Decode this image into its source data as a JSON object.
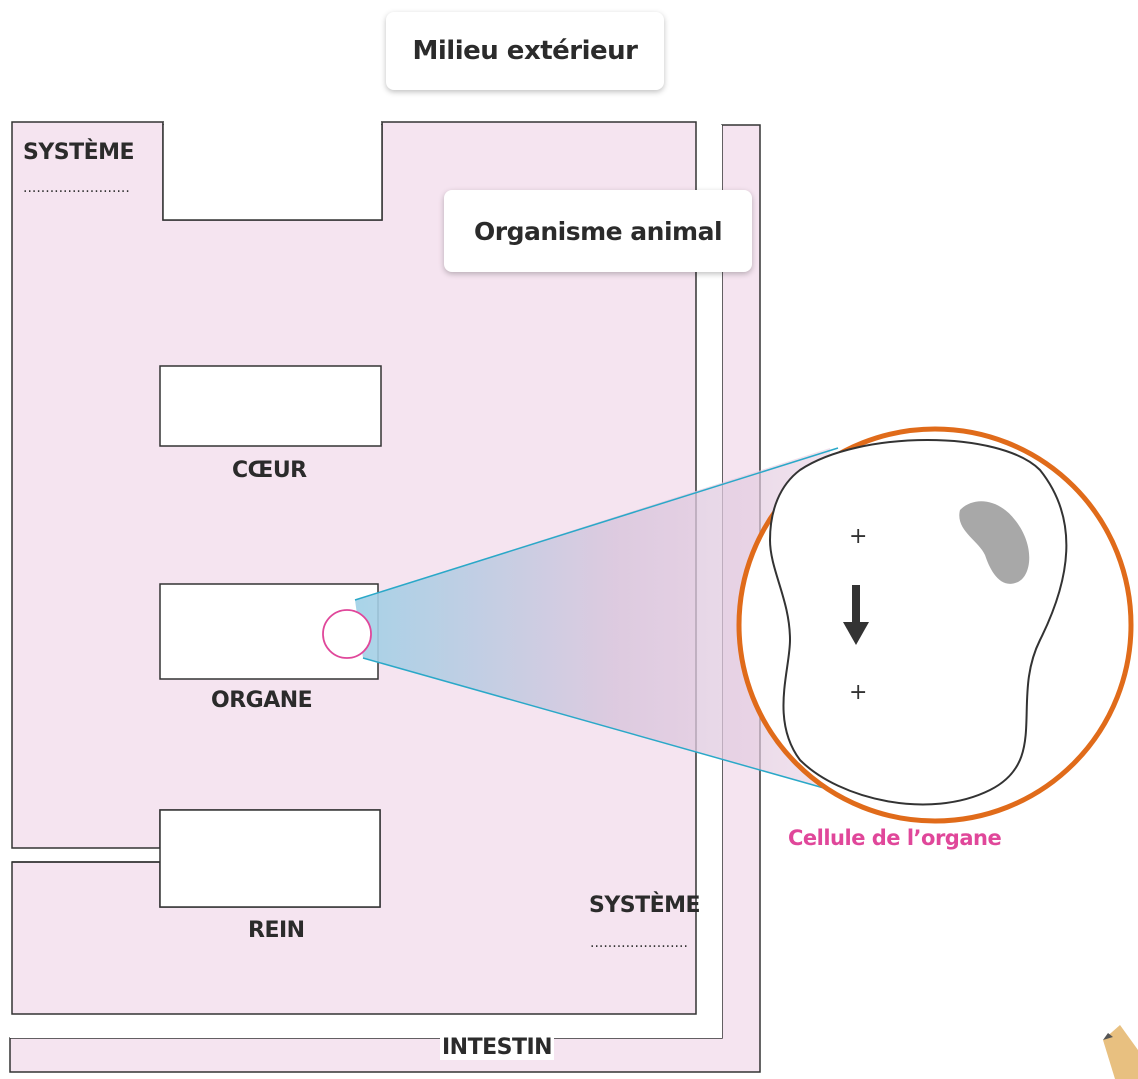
{
  "labels": {
    "milieu_exterieur": "Milieu extérieur",
    "organisme_animal": "Organisme animal",
    "systeme_top": "SYSTÈME",
    "systeme_top_blank": "........................",
    "coeur": "CŒUR",
    "organe": "ORGANE",
    "rein": "REIN",
    "systeme_bottom": "SYSTÈME",
    "systeme_bottom_blank": "......................",
    "intestin": "INTESTIN",
    "cellule": "Cellule de l’organe",
    "plus_top": "+",
    "plus_bottom": "+"
  },
  "colors": {
    "body_fill": "#f5e4f0",
    "outline": "#333333",
    "zoom_line": "#2aa8c8",
    "zoom_circle_small": "#e0479a",
    "highlight_circle": "#e06b1a",
    "caption": "#e0479a",
    "nucleus": "#a8a8a8"
  },
  "icons": {
    "arrow": "down-arrow-icon",
    "pencil": "pencil-icon"
  }
}
